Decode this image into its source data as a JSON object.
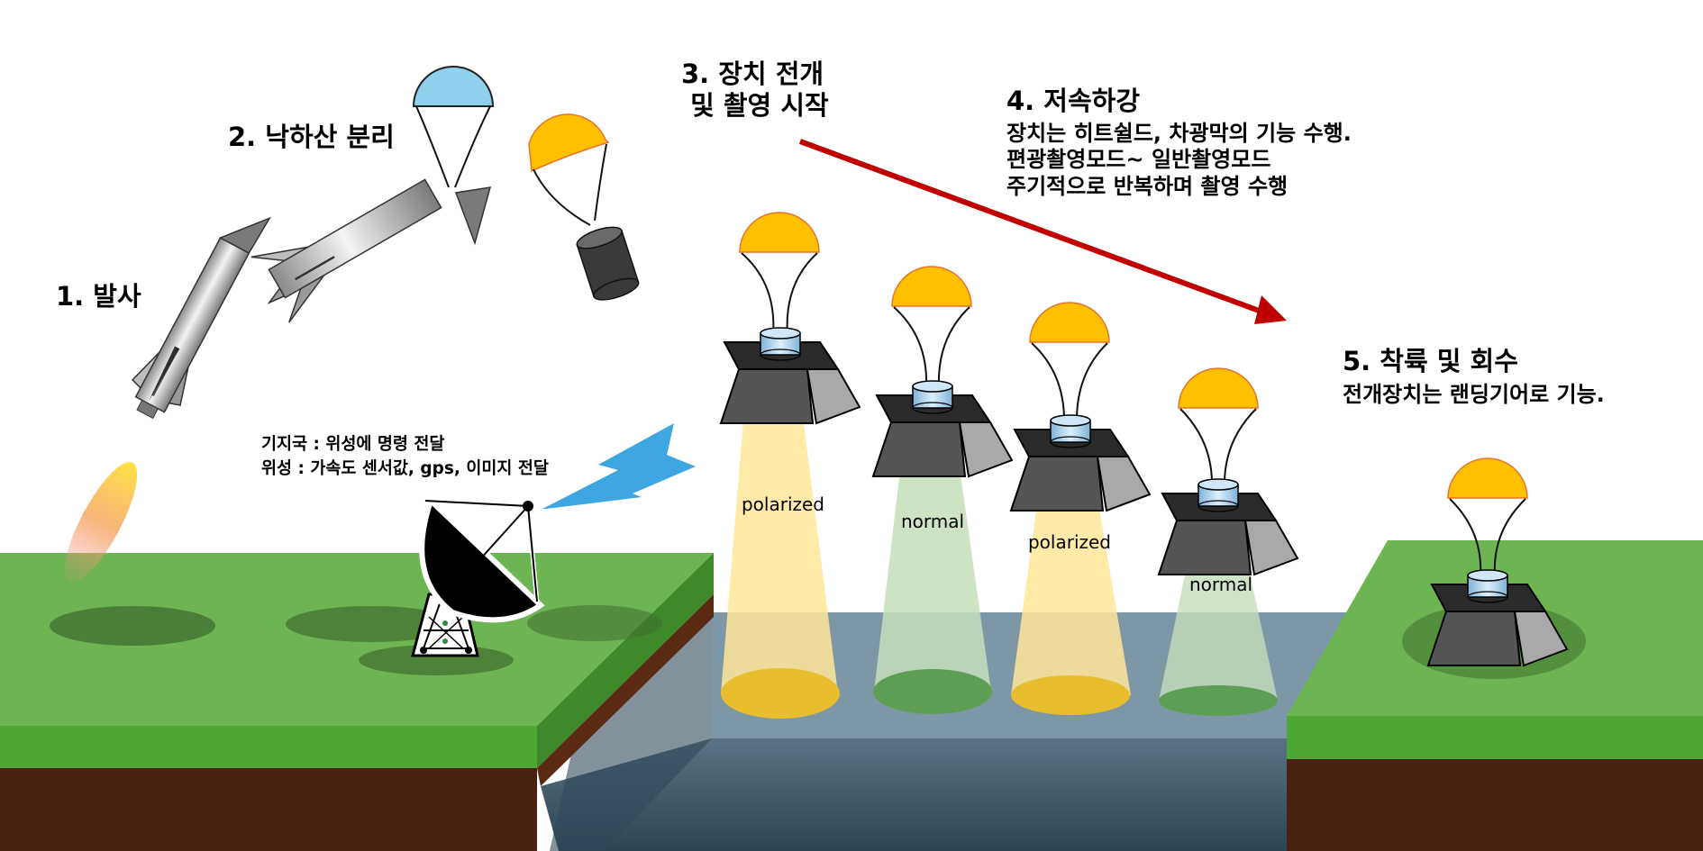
{
  "steps": {
    "launch": {
      "title": "1. 발사"
    },
    "separation": {
      "title": "2. 낙하산 분리"
    },
    "deploy": {
      "title": "3. 장치 전개\n 및 촬영 시작"
    },
    "descent": {
      "title": "4. 저속하강",
      "desc": "장치는 히트쉴드, 차광막의 기능 수행.\n편광촬영모드~ 일반촬영모드\n주기적으로 반복하며 촬영 수행"
    },
    "landing": {
      "title": "5. 착륙 및 회수",
      "desc": "전개장치는 랜딩기어로 기능."
    }
  },
  "ground_station": {
    "line1": "기지국 : 위성에 명령 전달",
    "line2": "위성 : 가속도 센서값, gps, 이미지 전달"
  },
  "modes": [
    "polarized",
    "normal",
    "polarized",
    "normal"
  ],
  "colors": {
    "parachute": "#FFC000",
    "parachute_blue": "#8FD0EC",
    "grass": "#6DB552",
    "grass_dark": "#4E9A37",
    "soil": "#4A2010",
    "water": "#7E97A6",
    "descent_arrow": "#C00000",
    "signal": "#3EA7E1",
    "beam_polarized": "#FFE699",
    "beam_normal": "#C5DDBB"
  }
}
